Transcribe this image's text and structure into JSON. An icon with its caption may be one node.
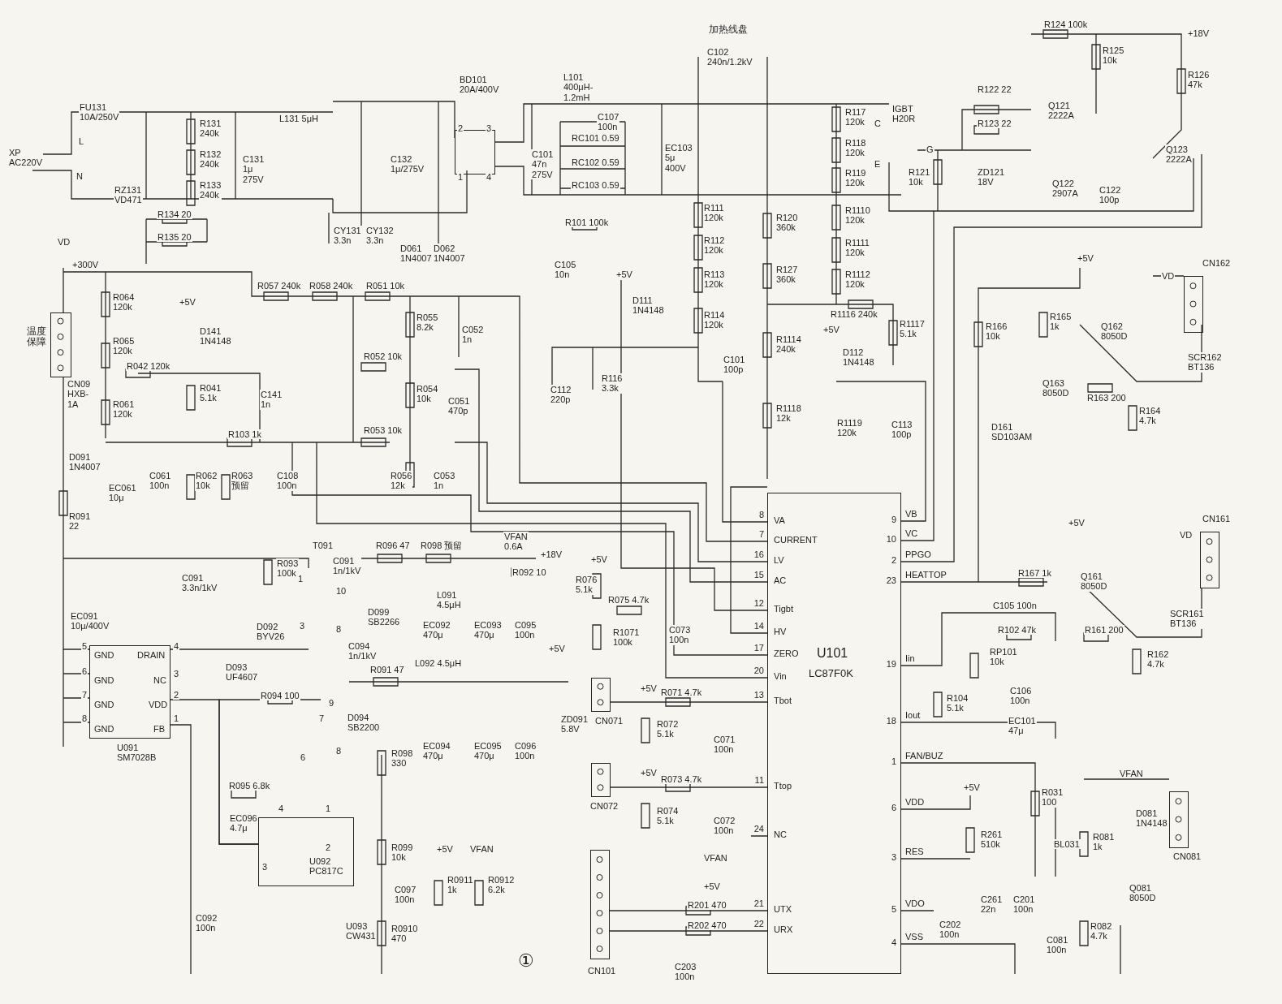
{
  "diagram": {
    "nodes": [
      {
        "text": [
          "U101",
          "LC87F0K"
        ]
      },
      {
        "text": [],
        "shape": "box",
        "beside": [
          "U091 SM7028B"
        ]
      },
      {
        "text": [
          "U092 PC817C"
        ]
      },
      {
        "text": [],
        "shape": "box"
      },
      {
        "text": [],
        "shape": "box",
        "beside": [
          "温度保障",
          "CN09 HXB-1A"
        ]
      },
      {
        "text": [],
        "shape": "box",
        "beside": [
          "CN162"
        ]
      },
      {
        "text": [],
        "shape": "box",
        "beside": [
          "CN161"
        ]
      },
      {
        "text": [],
        "shape": "box",
        "beside": [
          "CN071"
        ]
      },
      {
        "text": [],
        "shape": "box",
        "beside": [
          "CN072"
        ]
      },
      {
        "text": [],
        "shape": "box",
        "beside": [
          "CN101"
        ]
      },
      {
        "text": [],
        "shape": "box",
        "beside": [
          "CN081"
        ]
      }
    ],
    "edges": [
      {
        "from": 4,
        "to": 1,
        "arrow": "none"
      },
      {
        "from": 1,
        "to": 2,
        "arrow": "none"
      },
      {
        "from": 7,
        "to": 0,
        "arrow": "none"
      },
      {
        "from": 8,
        "to": 0,
        "arrow": "none"
      },
      {
        "from": 9,
        "to": 0,
        "arrow": "none"
      },
      {
        "from": 9,
        "to": 0,
        "arrow": "none"
      }
    ],
    "labels": [
      "FU131 10A/250V",
      "XP AC220V",
      "L",
      "N",
      "RZ131 VD471",
      "R131 240k",
      "R132 240k",
      "R133 240k",
      "C131 1μ 275V",
      "L131 5μH",
      "C132 1μ/275V",
      "CY131 3.3n",
      "CY132 3.3n",
      "D061 1N4007",
      "D062 1N4007",
      "R134 20",
      "R135 20",
      "BD101 20A/400V",
      "2",
      "3",
      "1",
      "4",
      "L101 400μH-1.2mH",
      "C107 100n",
      "RC101 0.59",
      "RC102 0.59",
      "RC103 0.59",
      "C101 47n 275V",
      "EC103 5μ 400V",
      "加热线盘",
      "C102 240n/1.2kV",
      "IGBT H20R",
      "C",
      "G",
      "E",
      "R117 120k",
      "R118 120k",
      "R119 120k",
      "R122 22",
      "R123 22",
      "R121 10k",
      "ZD121 18V",
      "R124 100k",
      "+18V",
      "R125 10k",
      "R126 47k",
      "Q121 2222A",
      "Q122 2907A",
      "C122 100p",
      "Q123 2222A",
      "R111 120k",
      "R120 360k",
      "R1110 120k",
      "R101 100k",
      "R112 120k",
      "R1111 120k",
      "VD",
      "+300V",
      "R057 240k",
      "R058 240k",
      "R051 10k",
      "C105 10n",
      "R113 120k",
      "R127 360k",
      "R1112 120k",
      "+5V",
      "R064 120k",
      "+5V",
      "D111 1N4148",
      "D141 1N4148",
      "R055 8.2k",
      "C052 1n",
      "R114 120k",
      "+5V",
      "R1116 240k",
      "R1117 5.1k",
      "R065 120k",
      "R1114 240k",
      "D112 1N4148",
      "R042 120k",
      "R052 10k",
      "C101 100p",
      "R061 120k",
      "R041 5.1k",
      "C141 1n",
      "R054 10k",
      "C051 470p",
      "C112 220p",
      "R116 3.3k",
      "R1118 12k",
      "R1119 120k",
      "C113 100p",
      "R053 10k",
      "R103 1k",
      "D091 1N4007",
      "EC061 10μ",
      "C061 100n",
      "R062 10k",
      "R063 预留",
      "C108 100n",
      "R056 12k",
      "C053 1n",
      "R091 22",
      "+5V",
      "VD",
      "R166 10k",
      "R165 1k",
      "Q162 8050D",
      "SCR162 BT136",
      "Q163 8050D",
      "R163 200",
      "R164 4.7k",
      "D161 SD103AM",
      "C091 3.3n/1kV",
      "R093 100k",
      "T091",
      "1",
      "3",
      "10",
      "8",
      "D092 BYV26",
      "EC091 10μ/400V",
      "5",
      "GND",
      "DRAIN",
      "4",
      "6",
      "GND",
      "NC",
      "3",
      "7",
      "GND",
      "VDD",
      "2",
      "8",
      "GND",
      "FB",
      "1",
      "C091 1n/1kV",
      "R096 47",
      "R098 预留",
      "VFAN 0.6A",
      "+18V",
      "R092 10",
      "D099 SB2266",
      "L091 4.5μH",
      "EC092 470μ",
      "EC093 470μ",
      "C095 100n",
      "C094 1n/1kV",
      "D093 UF4607",
      "R094 100",
      "R091 47",
      "L092 4.5μH",
      "+5V",
      "9",
      "7",
      "6",
      "8",
      "D094 SB2200",
      "EC094 470μ",
      "EC095 470μ",
      "C096 100n",
      "ZD091 5.8V",
      "R098 330",
      "R095 6.8k",
      "EC096 4.7μ",
      "4",
      "1",
      "3",
      "2",
      "R099 10k",
      "+5V",
      "VFAN",
      "R0911 1k",
      "R0912 6.2k",
      "C097 100n",
      "U093 CW431",
      "R0910 470",
      "C092 100n",
      "①",
      "+5V",
      "R076 5.1k",
      "R075 4.7k",
      "R1071 100k",
      "C073 100n",
      "+5V",
      "R071 4.7k",
      "R072 5.1k",
      "C071 100n",
      "+5V",
      "R073 4.7k",
      "R074 5.1k",
      "C072 100n",
      "VFAN",
      "+5V",
      "R201 470",
      "R202 470",
      "C203 100n",
      "8",
      "VA",
      "7",
      "CURRENT",
      "16",
      "LV",
      "15",
      "AC",
      "12",
      "Tigbt",
      "14",
      "HV",
      "17",
      "ZERO",
      "20",
      "Vin",
      "13",
      "Tbot",
      "11",
      "Ttop",
      "24",
      "NC",
      "21",
      "UTX",
      "22",
      "URX",
      "9",
      "VB",
      "10",
      "VC",
      "2",
      "PPGO",
      "23",
      "HEATTOP",
      "19",
      "Iin",
      "18",
      "Iout",
      "1",
      "FAN/BUZ",
      "6",
      "VDD",
      "3",
      "RES",
      "5",
      "VDO",
      "4",
      "VSS",
      "+5V",
      "VD",
      "R167 1k",
      "Q161 8050D",
      "C105 100n",
      "R102 47k",
      "R161 200",
      "SCR161 BT136",
      "RP101 10k",
      "R162 4.7k",
      "C106 100n",
      "R104 5.1k",
      "EC101 47μ",
      "+5V",
      "R031 100",
      "VFAN",
      "R261 510k",
      "BL031",
      "R081 1k",
      "D081 1N4148",
      "C261 22n",
      "C201 100n",
      "Q081 8050D",
      "C202 100n",
      "R082 4.7k",
      "C081 100n"
    ]
  }
}
